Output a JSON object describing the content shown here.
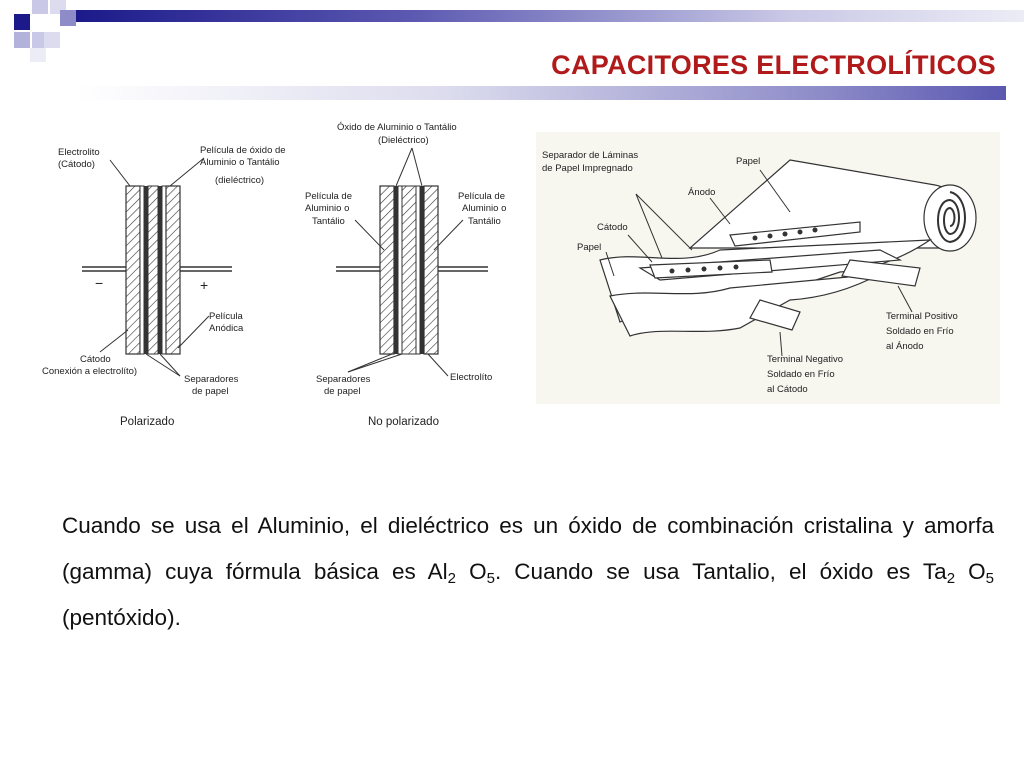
{
  "title": "CAPACITORES ELECTROLÍTICOS",
  "diagrams": {
    "polarizado": {
      "caption": "Polarizado",
      "electrolito": [
        "Electrolito",
        "(Cátodo)"
      ],
      "pelicula_oxido": [
        "Película de óxido de",
        "Aluminio  o Tantálio",
        "(dieléctrico)"
      ],
      "minus": "−",
      "plus": "+",
      "pelicula_anodica": [
        "Película",
        "Anódica"
      ],
      "catodo": [
        "Cátodo",
        "Conexión a  electrolíto)"
      ],
      "separadores": [
        "Separadores",
        "de papel"
      ]
    },
    "no_polarizado": {
      "caption": "No polarizado",
      "oxido": [
        "Óxido de Aluminio o Tantálio",
        "(Dieléctrico)"
      ],
      "pelicula_izq": [
        "Película de",
        "Aluminio o",
        "Tantálio"
      ],
      "pelicula_der": [
        "Película de",
        "Aluminio o",
        "Tantálio"
      ],
      "separadores": [
        "Separadores",
        "de papel"
      ],
      "electrolito": "Electrolíto"
    },
    "enrollado": {
      "separador": [
        "Separador de Láminas",
        "de Papel Impregnado"
      ],
      "papel_top": "Papel",
      "anodo": "Ánodo",
      "catodo": "Cátodo",
      "papel_left": "Papel",
      "terminal_positivo": [
        "Terminal Positivo",
        "Soldado en Frío",
        "al Ánodo"
      ],
      "terminal_negativo": [
        "Terminal Negativo",
        "Soldado en Frío",
        "al Cátodo"
      ]
    }
  },
  "body": {
    "part1": "Cuando se usa el Aluminio, el dieléctrico es un óxido de combinación cristalina y amorfa (gamma) cuya fórmula básica es Al",
    "sub1": "2",
    "part2": " O",
    "sub2": "5",
    "part3": ". Cuando se usa Tantalio, el óxido es Ta",
    "sub3": "2",
    "part4": " O",
    "sub4": "5",
    "part5": " (pentóxido)."
  },
  "colors": {
    "title": "#b01a1a",
    "accent_dark": "#1c1a8a",
    "accent_light": "#8e8cc8"
  }
}
